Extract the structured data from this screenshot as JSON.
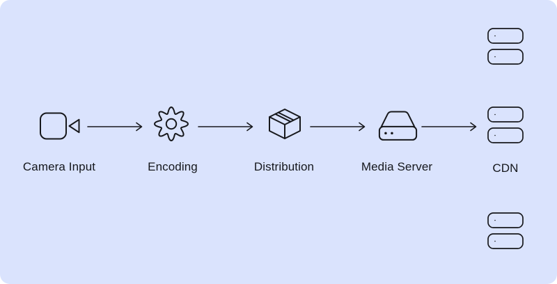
{
  "diagram": {
    "background_color": "#dae3fd",
    "stroke_color": "#17181c",
    "text_color": "#15171c",
    "stages": [
      {
        "label": "Camera Input",
        "icon": "video-camera-icon"
      },
      {
        "label": "Encoding",
        "icon": "gear-icon"
      },
      {
        "label": "Distribution",
        "icon": "package-box-icon"
      },
      {
        "label": "Media Server",
        "icon": "media-server-icon"
      },
      {
        "label": "CDN",
        "icon": "cdn-server-nodes-icon"
      }
    ],
    "connections": [
      {
        "from": "Camera Input",
        "to": "Encoding"
      },
      {
        "from": "Encoding",
        "to": "Distribution"
      },
      {
        "from": "Distribution",
        "to": "Media Server"
      },
      {
        "from": "Media Server",
        "to": "CDN"
      }
    ],
    "cdn_cluster": {
      "node_groups": 3,
      "nodes_per_group": 2
    }
  }
}
